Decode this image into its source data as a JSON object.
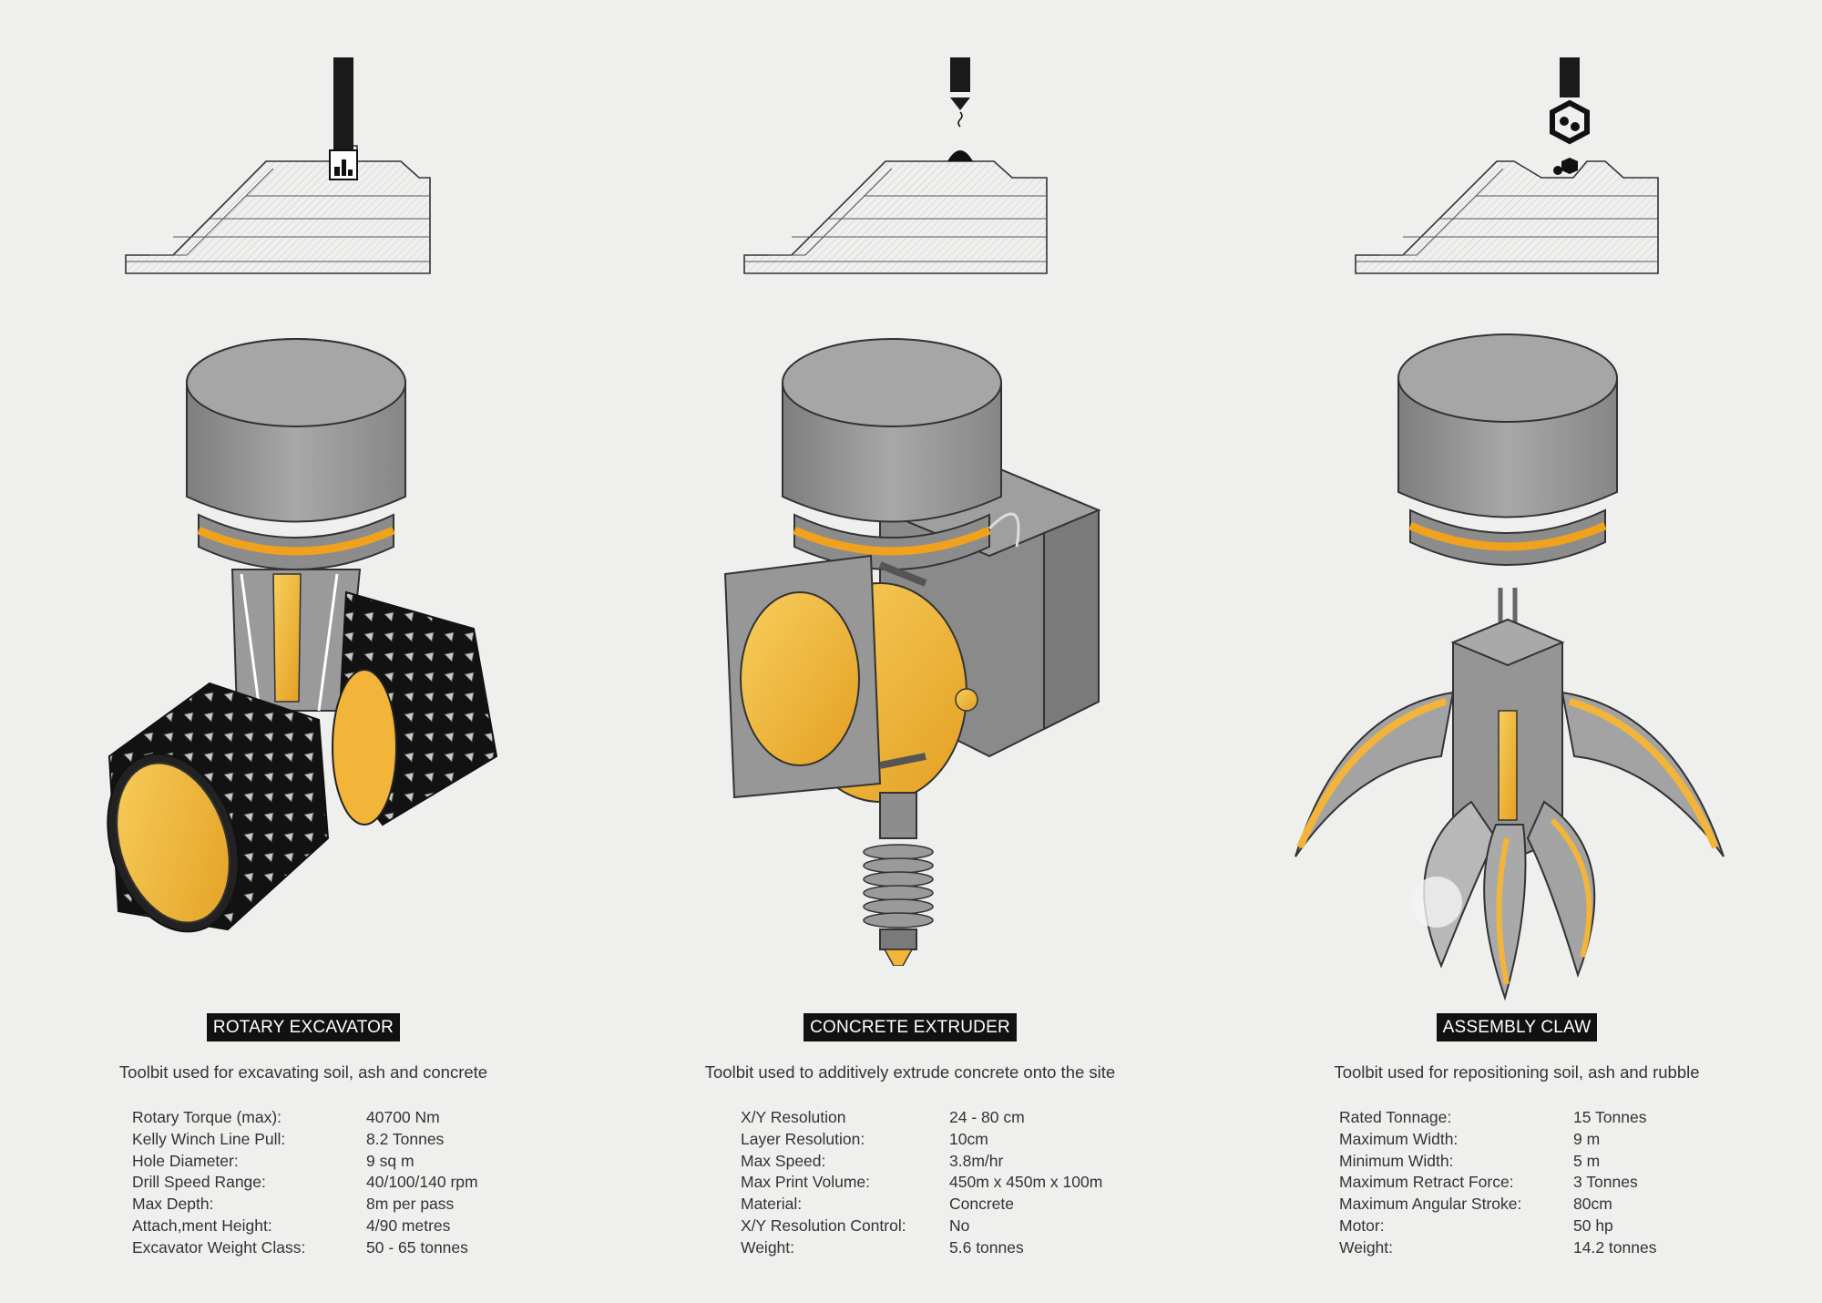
{
  "colors": {
    "background": "#efefee",
    "metal": "#8f8f8f",
    "accent": "#f2b53a",
    "badge": "#111111"
  },
  "tools": [
    {
      "title": "ROTARY EXCAVATOR",
      "description": "Toolbit used for excavating soil, ash and concrete",
      "specs": [
        {
          "label": "Rotary Torque (max):",
          "value": "40700 Nm"
        },
        {
          "label": "Kelly Winch Line Pull:",
          "value": "8.2 Tonnes"
        },
        {
          "label": "Hole Diameter:",
          "value": "9 sq m"
        },
        {
          "label": "Drill Speed Range:",
          "value": "40/100/140 rpm"
        },
        {
          "label": "Max Depth:",
          "value": "8m per pass"
        },
        {
          "label": "Attach,ment Height:",
          "value": "4/90 metres"
        },
        {
          "label": "Excavator Weight Class:",
          "value": "50 - 65 tonnes"
        }
      ]
    },
    {
      "title": "CONCRETE EXTRUDER",
      "description": "Toolbit used to additively extrude concrete onto the site",
      "specs": [
        {
          "label": "X/Y Resolution",
          "value": "24 - 80 cm"
        },
        {
          "label": "Layer Resolution:",
          "value": "10cm"
        },
        {
          "label": "Max Speed:",
          "value": "3.8m/hr"
        },
        {
          "label": "Max Print Volume:",
          "value": "450m x 450m x 100m"
        },
        {
          "label": "Material:",
          "value": "Concrete"
        },
        {
          "label": "X/Y Resolution Control:",
          "value": "No"
        },
        {
          "label": "Weight:",
          "value": "5.6 tonnes"
        }
      ]
    },
    {
      "title": "ASSEMBLY CLAW",
      "description": "Toolbit used for repositioning soil, ash and rubble",
      "specs": [
        {
          "label": "Rated Tonnage:",
          "value": "15 Tonnes"
        },
        {
          "label": "Maximum Width:",
          "value": "9 m"
        },
        {
          "label": "Minimum Width:",
          "value": "5 m"
        },
        {
          "label": "Maximum Retract Force:",
          "value": "3 Tonnes"
        },
        {
          "label": "Maximum Angular Stroke:",
          "value": "80cm"
        },
        {
          "label": "Motor:",
          "value": "50 hp"
        },
        {
          "label": "Weight:",
          "value": "14.2 tonnes"
        }
      ]
    }
  ]
}
